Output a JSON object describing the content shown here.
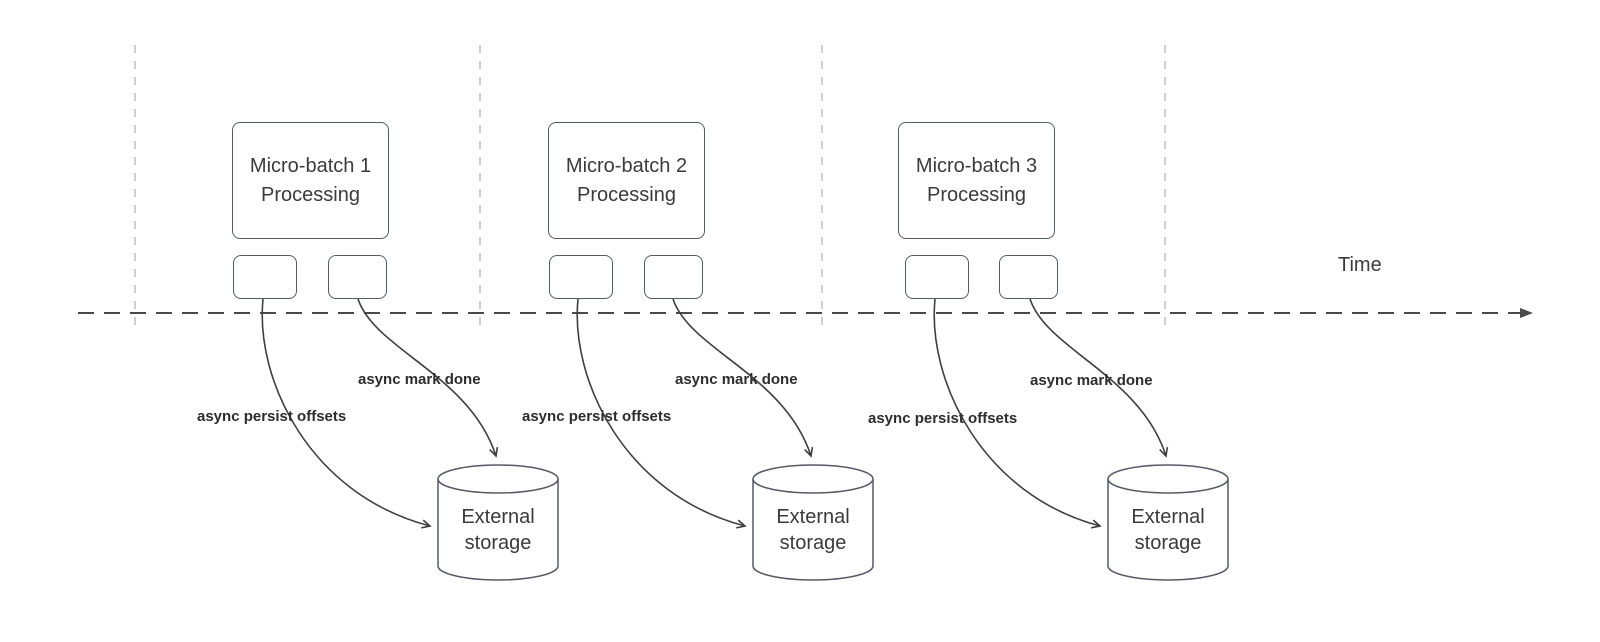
{
  "time_label": "Time",
  "batches": [
    {
      "line1": "Micro-batch 1",
      "line2": "Processing",
      "persist_label": "async persist offsets",
      "done_label": "async mark done"
    },
    {
      "line1": "Micro-batch 2",
      "line2": "Processing",
      "persist_label": "async persist offsets",
      "done_label": "async mark done"
    },
    {
      "line1": "Micro-batch 3",
      "line2": "Processing",
      "persist_label": "async persist offsets",
      "done_label": "async mark done"
    }
  ],
  "storage_label": {
    "line1": "External",
    "line2": "storage"
  },
  "colors": {
    "box_stroke": "#545b64",
    "arrow_stroke": "#3f3f3f",
    "guide_stroke": "#bfbfbf",
    "timeline_stroke": "#4a4a4a",
    "text": "#3b3b3b"
  }
}
